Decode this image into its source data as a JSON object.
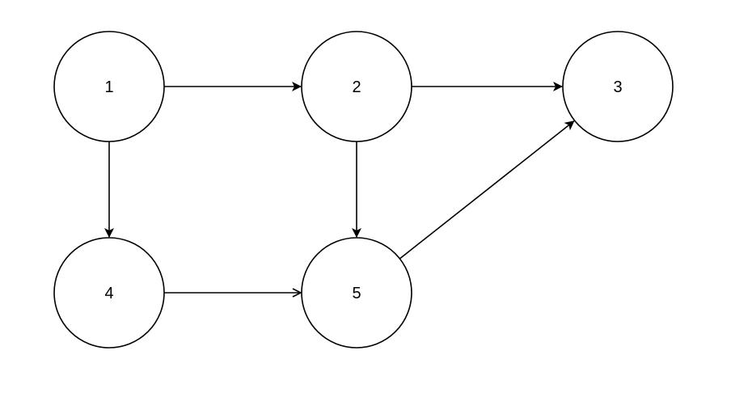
{
  "diagram": {
    "type": "directed-graph",
    "nodes": [
      {
        "id": "1",
        "label": "1"
      },
      {
        "id": "2",
        "label": "2"
      },
      {
        "id": "3",
        "label": "3"
      },
      {
        "id": "4",
        "label": "4"
      },
      {
        "id": "5",
        "label": "5"
      }
    ],
    "edges": [
      {
        "from": "1",
        "to": "2"
      },
      {
        "from": "2",
        "to": "3"
      },
      {
        "from": "1",
        "to": "4"
      },
      {
        "from": "2",
        "to": "5"
      },
      {
        "from": "4",
        "to": "5"
      },
      {
        "from": "5",
        "to": "3"
      }
    ],
    "colors": {
      "stroke": "#000000",
      "fill": "#ffffff",
      "background": "#ffffff"
    }
  }
}
